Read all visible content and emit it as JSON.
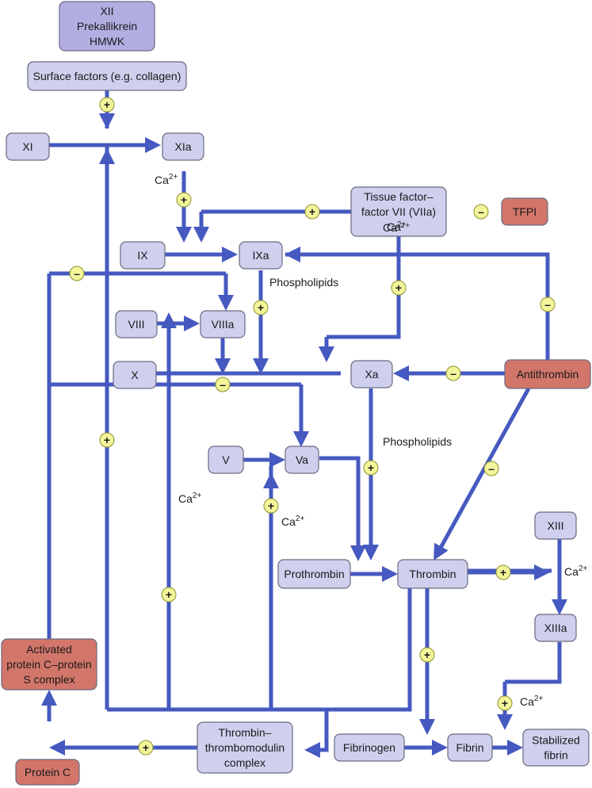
{
  "nodes": [
    {
      "id": "xii-prekallikrein-hmwk",
      "kind": "top",
      "lines": [
        "XII",
        "Prekallikrein",
        "HMWK"
      ]
    },
    {
      "id": "surface-factors",
      "kind": "factor",
      "lines": [
        "Surface factors (e.g. collagen)"
      ]
    },
    {
      "id": "xi",
      "kind": "factor",
      "lines": [
        "XI"
      ]
    },
    {
      "id": "xia",
      "kind": "factor",
      "lines": [
        "XIa"
      ]
    },
    {
      "id": "tissue-factor",
      "kind": "factor",
      "lines": [
        "Tissue factor–",
        "factor VII (VIIa)",
        "Ca²⁺"
      ]
    },
    {
      "id": "tfpi",
      "kind": "inhib",
      "lines": [
        "TFPI"
      ]
    },
    {
      "id": "ix",
      "kind": "factor",
      "lines": [
        "IX"
      ]
    },
    {
      "id": "ixa",
      "kind": "factor",
      "lines": [
        "IXa"
      ]
    },
    {
      "id": "viii",
      "kind": "factor",
      "lines": [
        "VIII"
      ]
    },
    {
      "id": "viiia",
      "kind": "factor",
      "lines": [
        "VIIIa"
      ]
    },
    {
      "id": "x",
      "kind": "factor",
      "lines": [
        "X"
      ]
    },
    {
      "id": "xa",
      "kind": "factor",
      "lines": [
        "Xa"
      ]
    },
    {
      "id": "antithrombin",
      "kind": "inhib",
      "lines": [
        "Antithrombin"
      ]
    },
    {
      "id": "v",
      "kind": "factor",
      "lines": [
        "V"
      ]
    },
    {
      "id": "va",
      "kind": "factor",
      "lines": [
        "Va"
      ]
    },
    {
      "id": "xiii",
      "kind": "factor",
      "lines": [
        "XIII"
      ]
    },
    {
      "id": "prothrombin",
      "kind": "factor",
      "lines": [
        "Prothrombin"
      ]
    },
    {
      "id": "thrombin",
      "kind": "factor",
      "lines": [
        "Thrombin"
      ]
    },
    {
      "id": "xiiia",
      "kind": "factor",
      "lines": [
        "XIIIa"
      ]
    },
    {
      "id": "activated-protein-c",
      "kind": "inhib",
      "lines": [
        "Activated",
        "protein C–protein",
        "S complex"
      ]
    },
    {
      "id": "thrombin-thrombomodulin",
      "kind": "factor",
      "lines": [
        "Thrombin–",
        "thrombomodulin",
        "complex"
      ]
    },
    {
      "id": "fibrinogen",
      "kind": "factor",
      "lines": [
        "Fibrinogen"
      ]
    },
    {
      "id": "fibrin",
      "kind": "factor",
      "lines": [
        "Fibrin"
      ]
    },
    {
      "id": "stabilized-fibrin",
      "kind": "factor",
      "lines": [
        "Stabilized",
        "fibrin"
      ]
    },
    {
      "id": "protein-c",
      "kind": "inhib",
      "lines": [
        "Protein C"
      ]
    }
  ],
  "signs": {
    "plus": "+",
    "minus": "–"
  },
  "labels": {
    "ca_base": "Ca",
    "ca_sup": "2+",
    "phospholipids": "Phospholipids"
  },
  "colors": {
    "arrow": "#4659c0",
    "factor_box": "#cfd0ee",
    "top_box": "#b3aee2",
    "inhibitor_box": "#d2766a",
    "sign_circle": "#f2f59a"
  }
}
